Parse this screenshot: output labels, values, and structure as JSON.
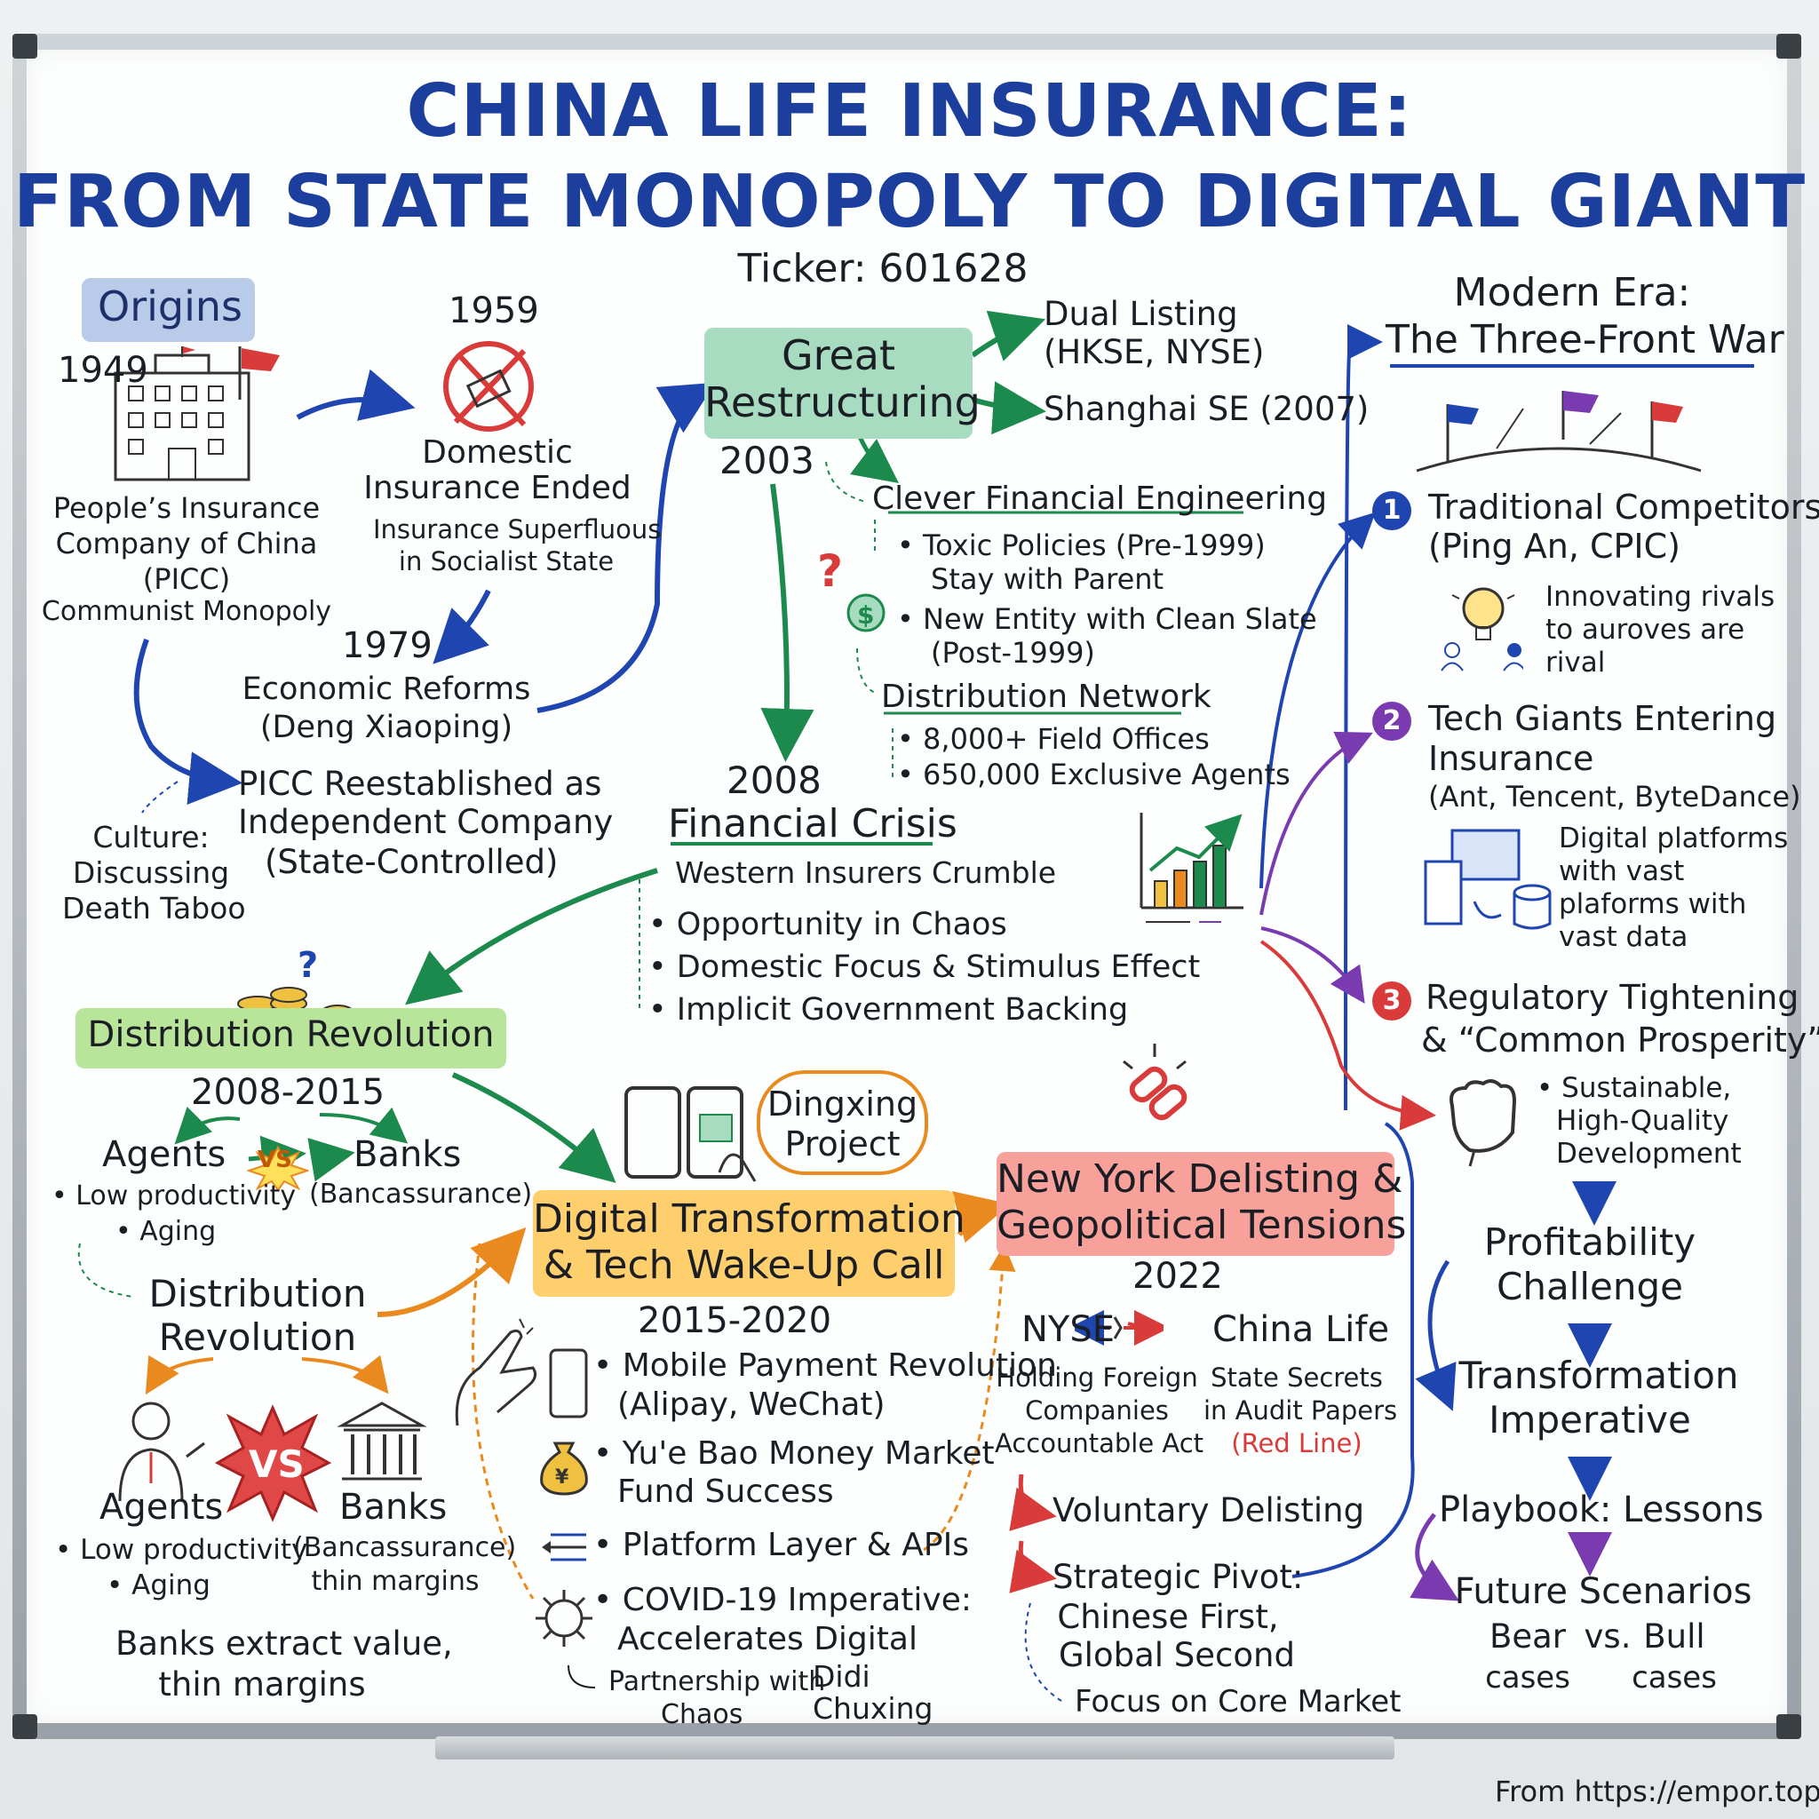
{
  "title": {
    "line1": "CHINA LIFE INSURANCE:",
    "line2": "FROM STATE MONOPOLY TO DIGITAL GIANT",
    "ticker": "Ticker: 601628"
  },
  "origins": {
    "label": "Origins",
    "year_1949": "1949",
    "picc_line1": "People’s Insurance",
    "picc_line2": "Company of China",
    "picc_line3": "(PICC)",
    "picc_line4": "Communist Monopoly",
    "year_1959": "1959",
    "ended_line1": "Domestic",
    "ended_line2": "Insurance Ended",
    "ended_sub1": "Insurance Superfluous",
    "ended_sub2": "in Socialist State",
    "year_1979": "1979",
    "reforms_line1": "Economic Reforms",
    "reforms_line2": "(Deng Xiaoping)",
    "reestablished_line1": "PICC Reestablished as",
    "reestablished_line2": "Independent Company",
    "reestablished_line3": "(State-Controlled)",
    "culture_line1": "Culture:",
    "culture_line2": "Discussing",
    "culture_line3": "Death Taboo"
  },
  "restructuring": {
    "label_line1": "Great",
    "label_line2": "Restructuring",
    "year": "2003",
    "dual_line1": "Dual Listing",
    "dual_line2": "(HKSE, NYSE)",
    "shanghai": "Shanghai SE (2007)",
    "engineering": "Clever Financial Engineering",
    "toxic_line1": "Toxic Policies (Pre-1999)",
    "toxic_line2": "Stay with Parent",
    "new_line1": "New Entity with Clean Slate",
    "new_line2": "(Post-1999)",
    "distribution": "Distribution Network",
    "offices": "8,000+ Field Offices",
    "agents": "650,000 Exclusive Agents"
  },
  "crisis": {
    "year": "2008",
    "label": "Financial Crisis",
    "western": "Western Insurers Crumble",
    "items": [
      "Opportunity in Chaos",
      "Domestic Focus & Stimulus Effect",
      "Implicit Government Backing"
    ]
  },
  "distribution_revolution": {
    "label": "Distribution Revolution",
    "years": "2008-2015",
    "agents": "Agents",
    "vs": "VS",
    "banks": "Banks",
    "bancassurance": "(Bancassurance)",
    "low_productivity": "Low productivity",
    "aging": "Aging",
    "label2_line1": "Distribution",
    "label2_line2": "Revolution",
    "agents2": "Agents",
    "vs2": "VS",
    "banks2": "Banks",
    "low_productivity2": "Low productivity",
    "aging2": "Aging",
    "bancassurance2_line1": "(Bancassurance)",
    "bancassurance2_line2": "thin margins",
    "extract_line1": "Banks extract value,",
    "extract_line2": "thin margins"
  },
  "digital": {
    "label_line1": "Digital Transformation",
    "label_line2": "& Tech Wake-Up Call",
    "years": "2015-2020",
    "dingxing_line1": "Dingxing",
    "dingxing_line2": "Project",
    "mobile_line1": "Mobile Payment Revolution",
    "mobile_line2": "(Alipay, WeChat)",
    "yuebao_line1": "Yu'e Bao Money Market",
    "yuebao_line2": "Fund Success",
    "platform": "Platform Layer & APIs",
    "covid_line1": "COVID-19 Imperative:",
    "covid_line2": "Accelerates Digital",
    "partnership_line1": "Partnership with",
    "partnership_line2": "Chaos",
    "didi_line1": "Didi",
    "didi_line2": "Chuxing"
  },
  "delisting": {
    "label_line1": "New York Delisting &",
    "label_line2": "Geopolitical Tensions",
    "year": "2022",
    "nyse": "NYSE",
    "china_life": "China Life",
    "hfca_line1": "Holding Foreign",
    "hfca_line2": "Companies",
    "hfca_line3": "Accountable Act",
    "secrets_line1": "State Secrets",
    "secrets_line2": "in Audit Papers",
    "red_line": "(Red Line)",
    "voluntary": "Voluntary Delisting",
    "pivot_line1": "Strategic Pivot:",
    "pivot_line2": "Chinese First,",
    "pivot_line3": "Global Second",
    "focus": "Focus on Core Market"
  },
  "modern": {
    "label_line1": "Modern Era:",
    "label_line2": "The Three-Front War",
    "front1_line1": "Traditional Competitors",
    "front1_line2": "(Ping An, CPIC)",
    "front1_note_line1": "Innovating rivals",
    "front1_note_line2": "to auroves are",
    "front1_note_line3": "rival",
    "front2_line1": "Tech Giants Entering",
    "front2_line2": "Insurance",
    "front2_line3": "(Ant, Tencent, ByteDance)",
    "front2_note_line1": "Digital platforms",
    "front2_note_line2": "with vast",
    "front2_note_line3": "plaforms with",
    "front2_note_line4": "vast data",
    "front3_line1": "Regulatory Tightening",
    "front3_line2": "& “Common Prosperity”",
    "front3_note_line1": "Sustainable,",
    "front3_note_line2": "High-Quality",
    "front3_note_line3": "Development",
    "n1": "1",
    "n2": "2",
    "n3": "3",
    "profit_line1": "Profitability",
    "profit_line2": "Challenge",
    "transform_line1": "Transformation",
    "transform_line2": "Imperative",
    "playbook": "Playbook: Lessons",
    "future": "Future Scenarios",
    "bear_line1": "Bear",
    "bear_line2": "cases",
    "vs": "vs.",
    "bull_line1": "Bull",
    "bull_line2": "cases"
  },
  "footer": {
    "source": "From https://empor.top"
  },
  "colors": {
    "title_blue": "#1c3f9e",
    "restructuring_green": "#a8dcc0",
    "distribution_green": "#b8e59a",
    "digital_orange": "#ffcf6e",
    "delisting_red": "#f7a19a",
    "origins_blue": "#b8cbe8",
    "arrow_blue": "#1f45b0",
    "arrow_green": "#1c8a4c",
    "arrow_orange": "#ea8a1e",
    "arrow_red": "#d93a3a",
    "arrow_purple": "#7a3bb0"
  }
}
